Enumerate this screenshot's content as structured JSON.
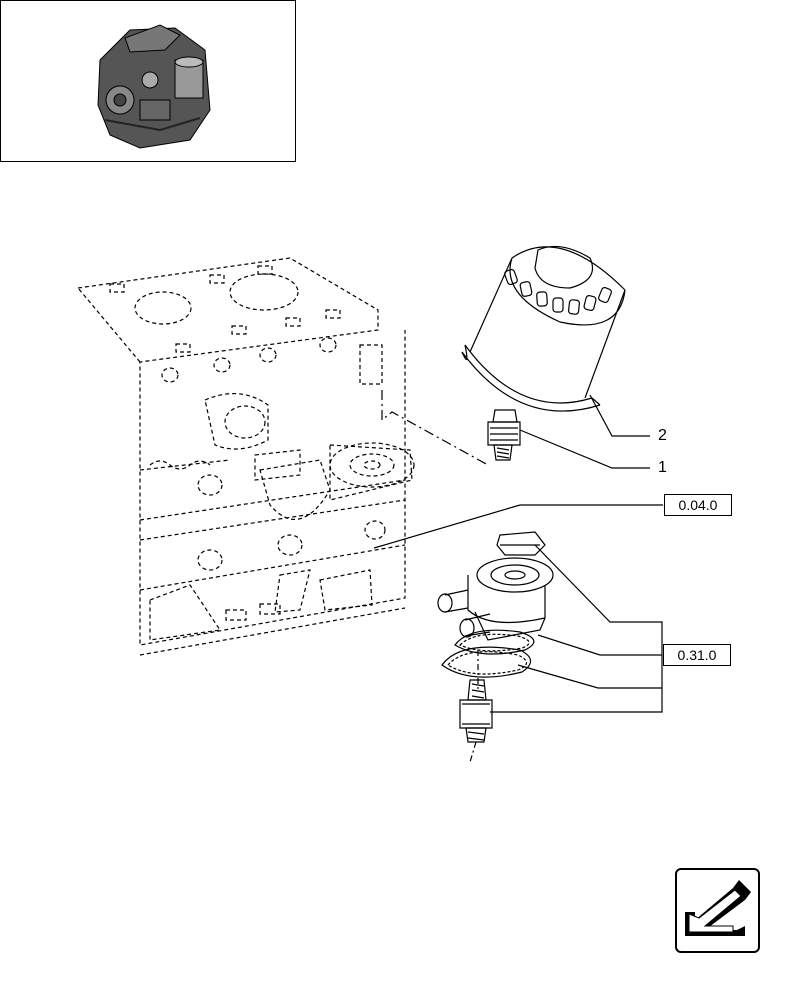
{
  "callouts": {
    "item_1": "1",
    "item_2": "2"
  },
  "references": {
    "ref_a": "0.04.0",
    "ref_b": "0.31.0"
  },
  "icons": {
    "engine_thumbnail": "engine-thumbnail-icon",
    "navigation": "return-arrow-icon"
  },
  "colors": {
    "line": "#000000",
    "background": "#ffffff"
  }
}
